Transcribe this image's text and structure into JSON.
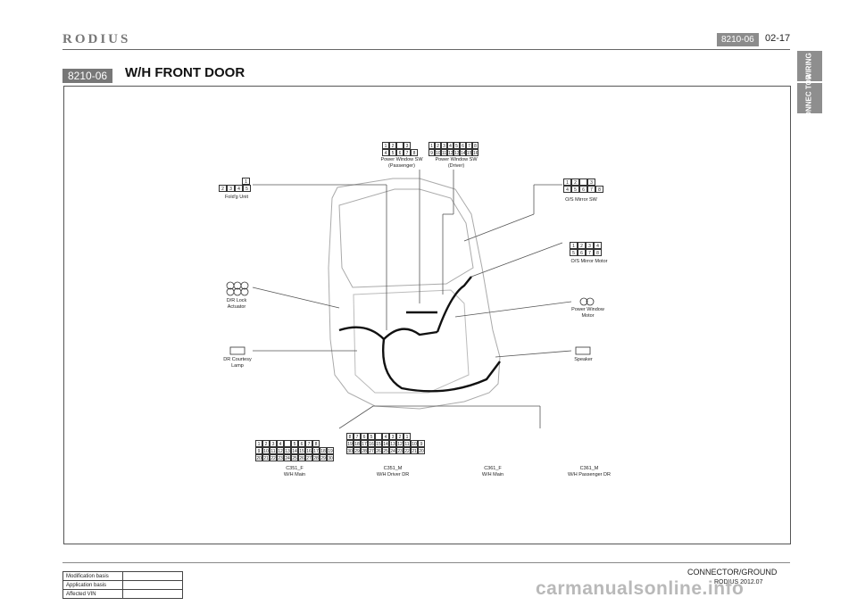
{
  "header": {
    "logo": "RODIUS",
    "code": "8210-06",
    "page": "02-17"
  },
  "side_tabs": [
    "WIRING",
    "CONNEC TOR"
  ],
  "section": {
    "code": "8210-06",
    "title": "W/H FRONT DOOR"
  },
  "connector_labels": {
    "power_window_sw_pass": "Power Window SW\n(Passenger)",
    "power_window_sw_driver": "Power Window SW\n(Driver)",
    "foldg_unit": "Fold'g Unit",
    "os_mirror_sw": "O/S Mirror SW",
    "os_mirror_motor": "O/S Mirror Motor",
    "dr_lock_actuator": "D/R Lock\nActuator",
    "power_window_motor": "Power Window\nMotor",
    "dr_courtesy_lamp": "DR Courtesy\nLamp",
    "speaker": "Speaker",
    "c351_f": "C351_F\nW/H Main",
    "c351_m": "C351_M\nW/H Driver DR",
    "c361_f": "C361_F\nW/H Main",
    "c361_m": "C361_M\nW/H Passenger DR"
  },
  "pins": {
    "pw_pass_top": [
      "1",
      "2",
      "",
      "3"
    ],
    "pw_pass_bot": [
      "4",
      "5",
      "6",
      "7",
      "8"
    ],
    "pw_drv_top": [
      "1",
      "2",
      "3",
      "4",
      "5",
      "6",
      "7",
      "8"
    ],
    "pw_drv_bot": [
      "9",
      "10",
      "11",
      "12",
      "13",
      "14",
      "15",
      "16"
    ],
    "fold_top": [
      "1"
    ],
    "fold_bot": [
      "2",
      "3",
      "4",
      "5"
    ],
    "mirror_sw_top": [
      "1",
      "2",
      "",
      "3"
    ],
    "mirror_sw_bot": [
      "4",
      "5",
      "6",
      "7",
      "8"
    ],
    "mirror_motor_top": [
      "1",
      "2",
      "3",
      "4"
    ],
    "mirror_motor_bot": [
      "5",
      "6",
      "7",
      "8"
    ],
    "c351f_r1": [
      "1",
      "2",
      "3",
      "4",
      "",
      "5",
      "6",
      "7",
      "8"
    ],
    "c351f_r2": [
      "9",
      "10",
      "11",
      "12",
      "13",
      "14",
      "15",
      "16",
      "17",
      "18",
      "19"
    ],
    "c351f_r3": [
      "20",
      "21",
      "22",
      "23",
      "24",
      "25",
      "26",
      "27",
      "28",
      "29",
      "30"
    ],
    "c351m_r1": [
      "8",
      "7",
      "6",
      "5",
      "",
      "4",
      "3",
      "2",
      "1"
    ],
    "c351m_r2": [
      "19",
      "18",
      "17",
      "16",
      "15",
      "14",
      "13",
      "12",
      "11",
      "10",
      "9"
    ],
    "c351m_r3": [
      "30",
      "29",
      "28",
      "27",
      "26",
      "25",
      "24",
      "23",
      "22",
      "21",
      "20"
    ]
  },
  "footer": {
    "title": "CONNECTOR/GROUND",
    "sub": "RODIUS 2012.07",
    "table": [
      "Modification basis",
      "Application basis",
      "Affected VIN"
    ],
    "watermark": "carmanualsonline.info"
  }
}
